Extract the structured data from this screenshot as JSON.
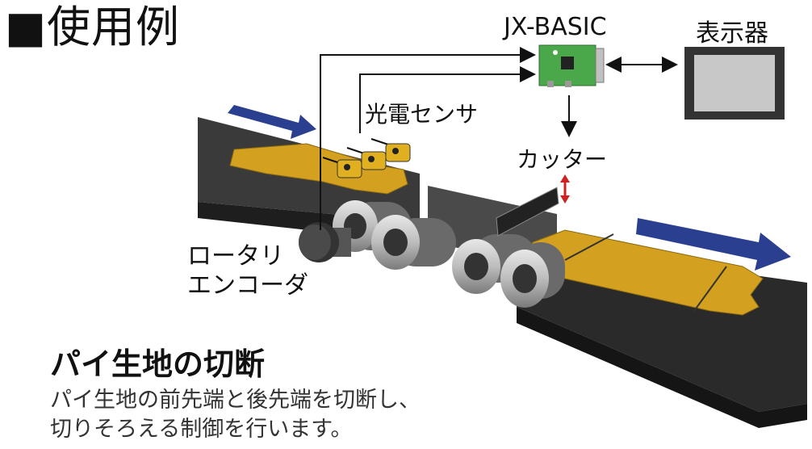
{
  "title": "■使用例",
  "labels": {
    "controller": "JX-BASIC",
    "display": "表示器",
    "photo_sensor": "光電センサ",
    "cutter": "カッター",
    "encoder_line1": "ロータリ",
    "encoder_line2": "エンコーダ"
  },
  "section": {
    "heading": "パイ生地の切断",
    "desc_line1": "パイ生地の前先端と後先端を切断し、",
    "desc_line2": "切りそろえる制御を行います。"
  },
  "colors": {
    "belt": "#2a2a2a",
    "dough": "#d4a020",
    "flow_arrow": "#2a3f8f",
    "board": "#4aa84a",
    "cutter_arrow": "#cc2222"
  }
}
